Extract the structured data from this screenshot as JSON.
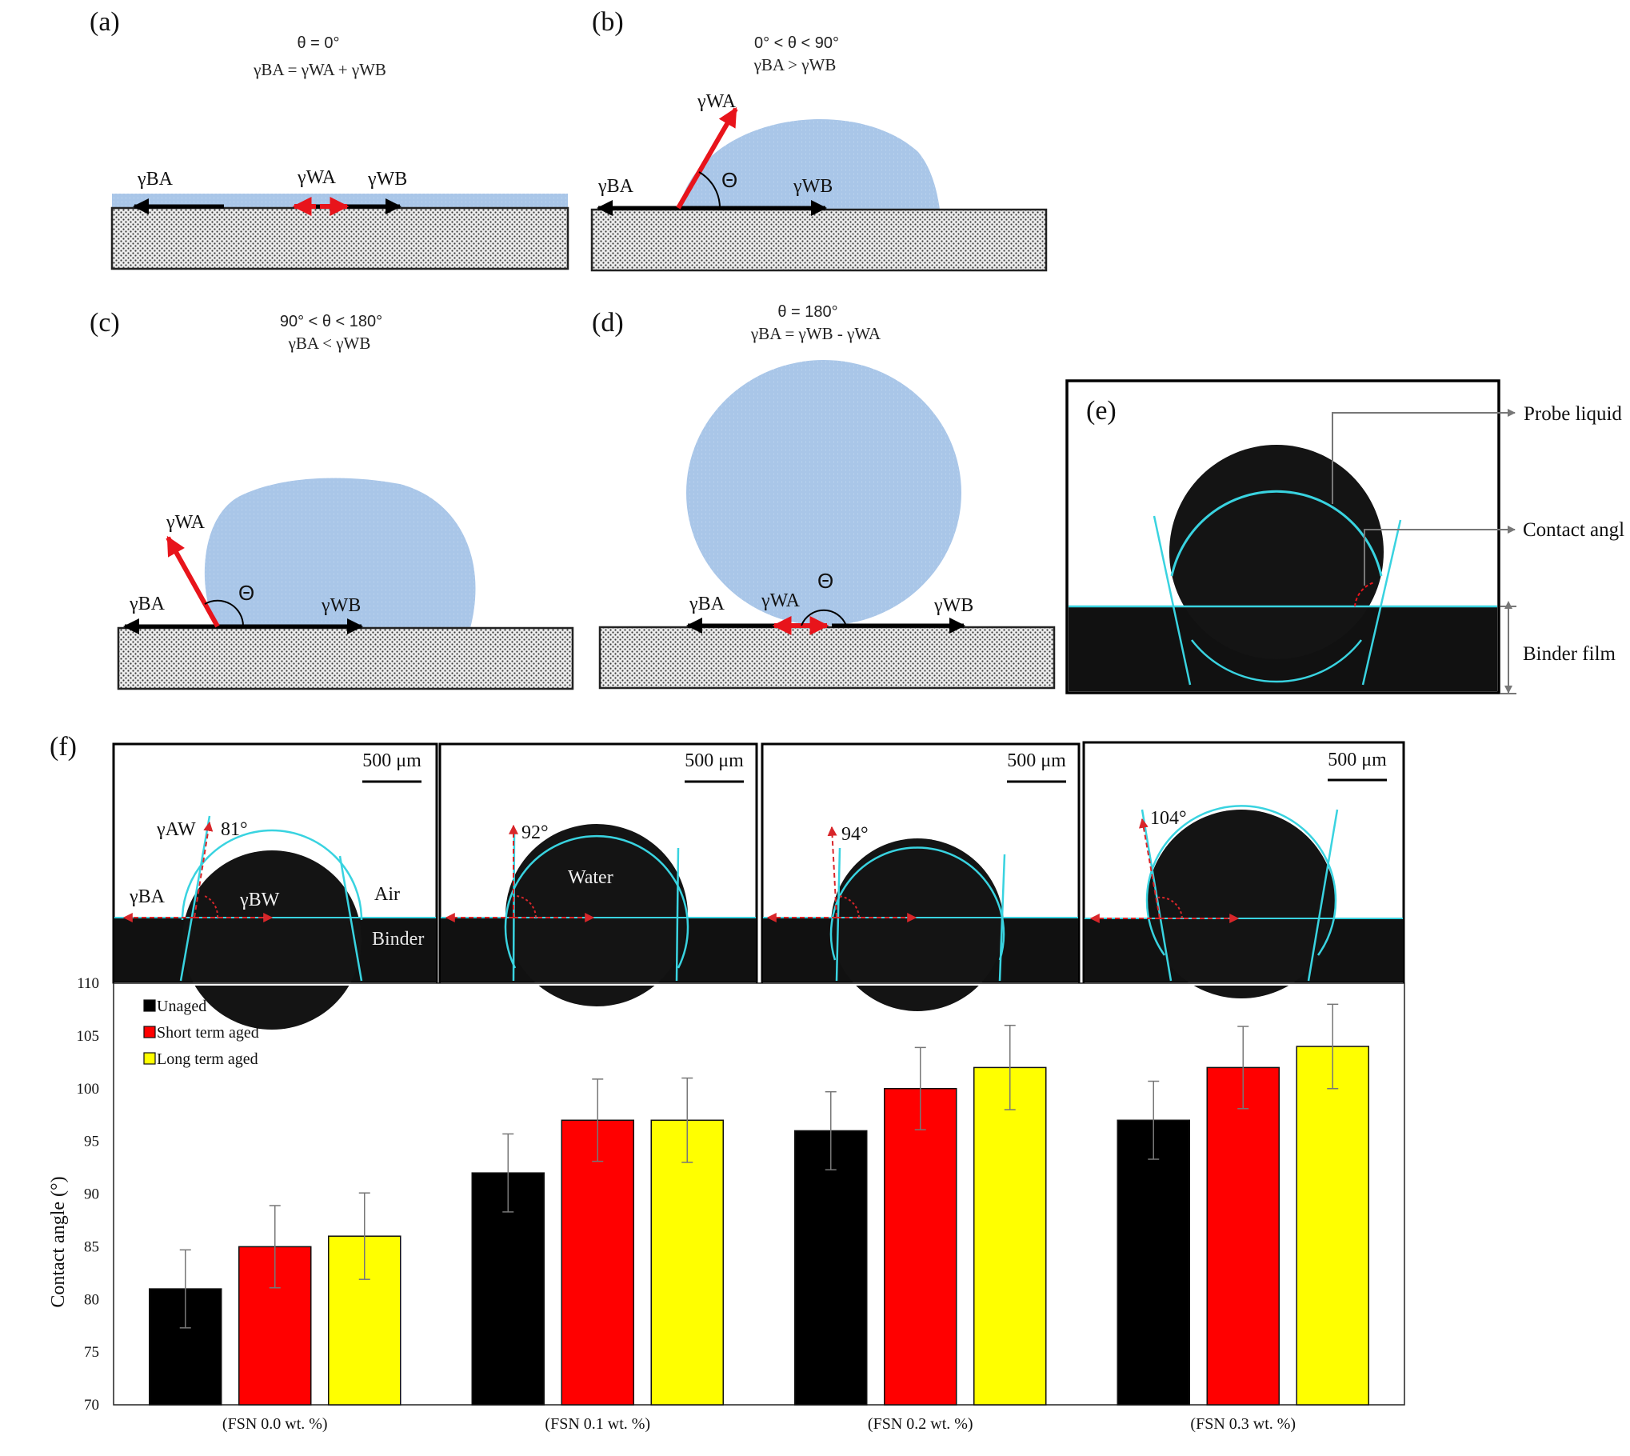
{
  "panels": {
    "a": {
      "label": "(a)",
      "cond1": "θ = 0°",
      "cond2": "γBA = γWA + γWB",
      "g_ba": "γBA",
      "g_wa": "γWA",
      "g_wb": "γWB"
    },
    "b": {
      "label": "(b)",
      "cond1": "0° < θ < 90°",
      "cond2": "γBA > γWB",
      "g_ba": "γBA",
      "g_wa": "γWA",
      "g_wb": "γWB",
      "theta": "Θ"
    },
    "c": {
      "label": "(c)",
      "cond1": "90° < θ < 180°",
      "cond2": "γBA < γWB",
      "g_ba": "γBA",
      "g_wa": "γWA",
      "g_wb": "γWB",
      "theta": "Θ"
    },
    "d": {
      "label": "(d)",
      "cond1": "θ = 180°",
      "cond2": "γBA = γWB - γWA",
      "g_ba": "γBA",
      "g_wa": "γWA",
      "g_wb": "γWB",
      "theta": "Θ"
    },
    "e": {
      "label": "(e)",
      "probe": "Probe liquid",
      "contact": "Contact angl",
      "binder": "Binder film"
    },
    "f": {
      "label": "(f)",
      "scale_bar": "500 μm",
      "images": [
        {
          "angle": "81°",
          "g_aw": "γAW",
          "g_ba": "γBA",
          "g_bw": "γBW",
          "air": "Air",
          "binder": "Binder"
        },
        {
          "angle": "92°",
          "water": "Water"
        },
        {
          "angle": "94°"
        },
        {
          "angle": "104°"
        }
      ]
    }
  },
  "colors": {
    "droplet": "#a9c6e8",
    "force_red": "#e8141b",
    "fit_cyan": "#39d3e0",
    "unaged": "#000000",
    "short_term": "#ff0000",
    "long_term": "#ffff00"
  },
  "chart_data": {
    "type": "bar",
    "title": "",
    "xlabel": "",
    "ylabel": "Contact angle (°)",
    "ylim": [
      70,
      110
    ],
    "yticks": [
      70,
      75,
      80,
      85,
      90,
      95,
      100,
      105,
      110
    ],
    "categories": [
      "(FSN 0.0 wt. %)",
      "(FSN 0.1 wt. %)",
      "(FSN 0.2 wt. %)",
      "(FSN 0.3 wt. %)"
    ],
    "series": [
      {
        "name": "Unaged",
        "color": "#000000",
        "values": [
          81,
          92,
          96,
          97
        ],
        "errors": [
          3.7,
          3.7,
          3.7,
          3.7
        ]
      },
      {
        "name": "Short term aged",
        "color": "#ff0000",
        "values": [
          85,
          97,
          100,
          102
        ],
        "errors": [
          3.9,
          3.9,
          3.9,
          3.9
        ]
      },
      {
        "name": "Long term aged",
        "color": "#ffff00",
        "values": [
          86,
          97,
          102,
          104
        ],
        "errors": [
          4.1,
          4.0,
          4.0,
          4.0
        ]
      }
    ],
    "legend_position": "top-left",
    "grid": false
  }
}
